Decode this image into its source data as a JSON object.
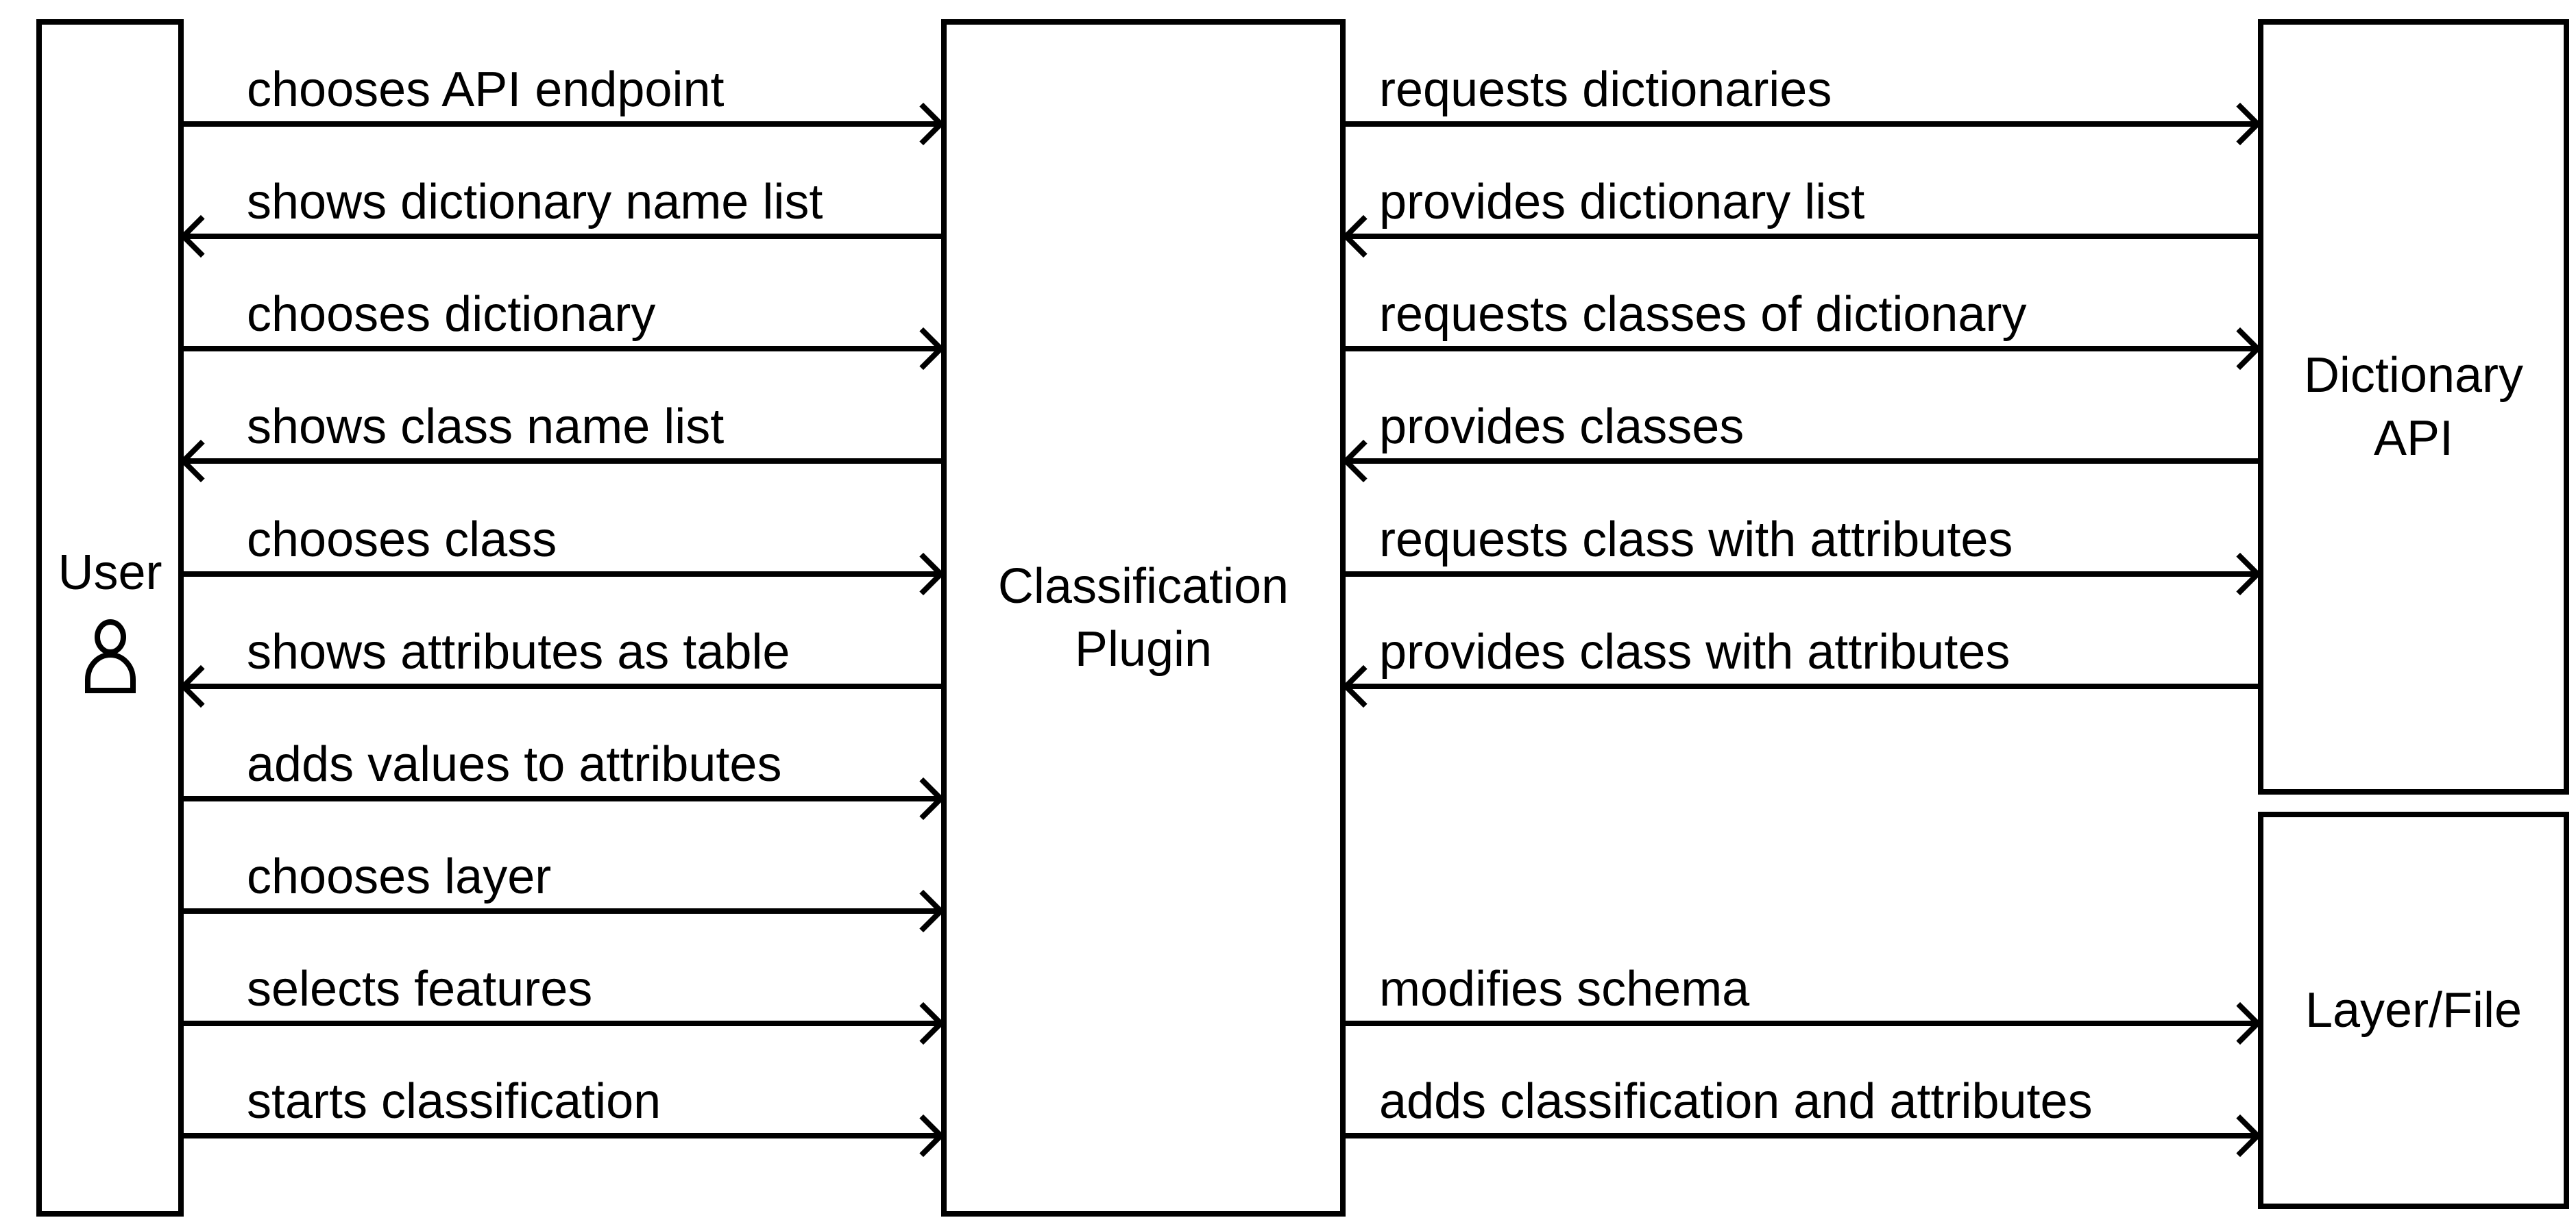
{
  "diagram": {
    "type": "sequence-communication-diagram",
    "colors": {
      "line": "#000000",
      "background": "#ffffff",
      "text": "#000000"
    },
    "actors": {
      "user": {
        "label": "User",
        "icon": "person-icon"
      },
      "plugin": {
        "label": "Classification Plugin",
        "lines": [
          "Classification",
          "Plugin"
        ]
      },
      "dictionary_api": {
        "label": "Dictionary API",
        "lines": [
          "Dictionary",
          "API"
        ]
      },
      "layer_file": {
        "label": "Layer/File"
      }
    },
    "user_to_plugin": [
      {
        "text": "chooses API endpoint",
        "direction": "right"
      },
      {
        "text": "shows dictionary name list",
        "direction": "left"
      },
      {
        "text": "chooses dictionary",
        "direction": "right"
      },
      {
        "text": "shows class name list",
        "direction": "left"
      },
      {
        "text": "chooses class",
        "direction": "right"
      },
      {
        "text": "shows attributes as table",
        "direction": "left"
      },
      {
        "text": "adds values to attributes",
        "direction": "right"
      },
      {
        "text": "chooses layer",
        "direction": "right"
      },
      {
        "text": "selects features",
        "direction": "right"
      },
      {
        "text": "starts classification",
        "direction": "right"
      }
    ],
    "plugin_to_dictionary_api": [
      {
        "text": "requests dictionaries",
        "direction": "right"
      },
      {
        "text": "provides dictionary list",
        "direction": "left"
      },
      {
        "text": "requests classes of dictionary",
        "direction": "right"
      },
      {
        "text": "provides classes",
        "direction": "left"
      },
      {
        "text": "requests class with attributes",
        "direction": "right"
      },
      {
        "text": "provides class with attributes",
        "direction": "left"
      }
    ],
    "plugin_to_layer_file": [
      {
        "text": "modifies schema",
        "direction": "right"
      },
      {
        "text": "adds classification and attributes",
        "direction": "right"
      }
    ]
  }
}
